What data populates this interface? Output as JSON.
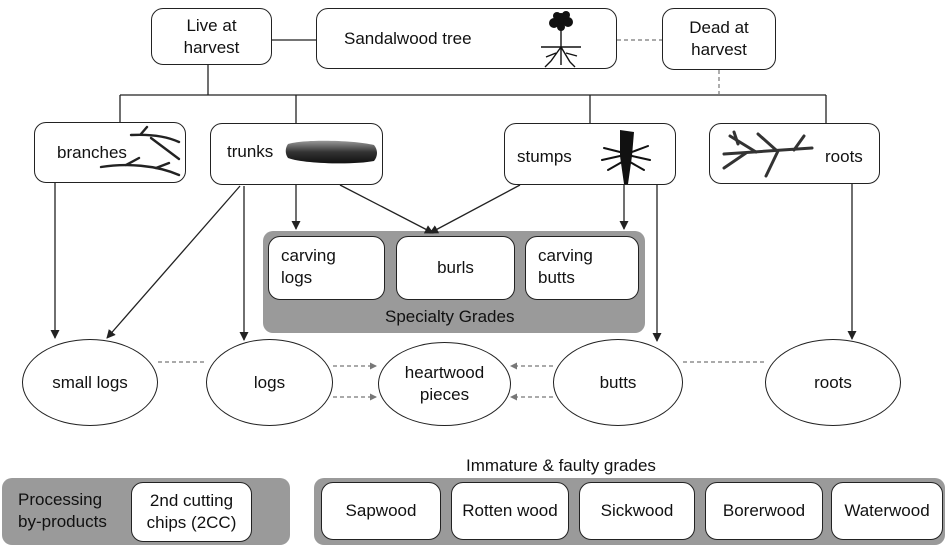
{
  "top": {
    "live_label": "Live at harvest",
    "tree_label": "Sandalwood tree",
    "dead_label": "Dead at harvest"
  },
  "parts": {
    "branches": "branches",
    "trunks": "trunks",
    "stumps": "stumps",
    "roots": "roots"
  },
  "specialty": {
    "title": "Specialty Grades",
    "items": [
      "carving logs",
      "burls",
      "carving butts"
    ]
  },
  "products": {
    "small_logs": "small logs",
    "logs": "logs",
    "heartwood": "heartwood pieces",
    "butts": "butts",
    "roots": "roots"
  },
  "processing": {
    "title": "Processing by-products",
    "item": "2nd cutting chips (2CC)"
  },
  "immature": {
    "title": "Immature & faulty grades",
    "items": [
      "Sapwood",
      "Rotten wood",
      "Sickwood",
      "Borerwood",
      "Waterwood"
    ]
  },
  "icons": {
    "tree": "sandalwood-tree-icon",
    "branches": "branch-icon",
    "trunk": "log-icon",
    "stump": "stump-icon",
    "roots": "roots-icon"
  }
}
